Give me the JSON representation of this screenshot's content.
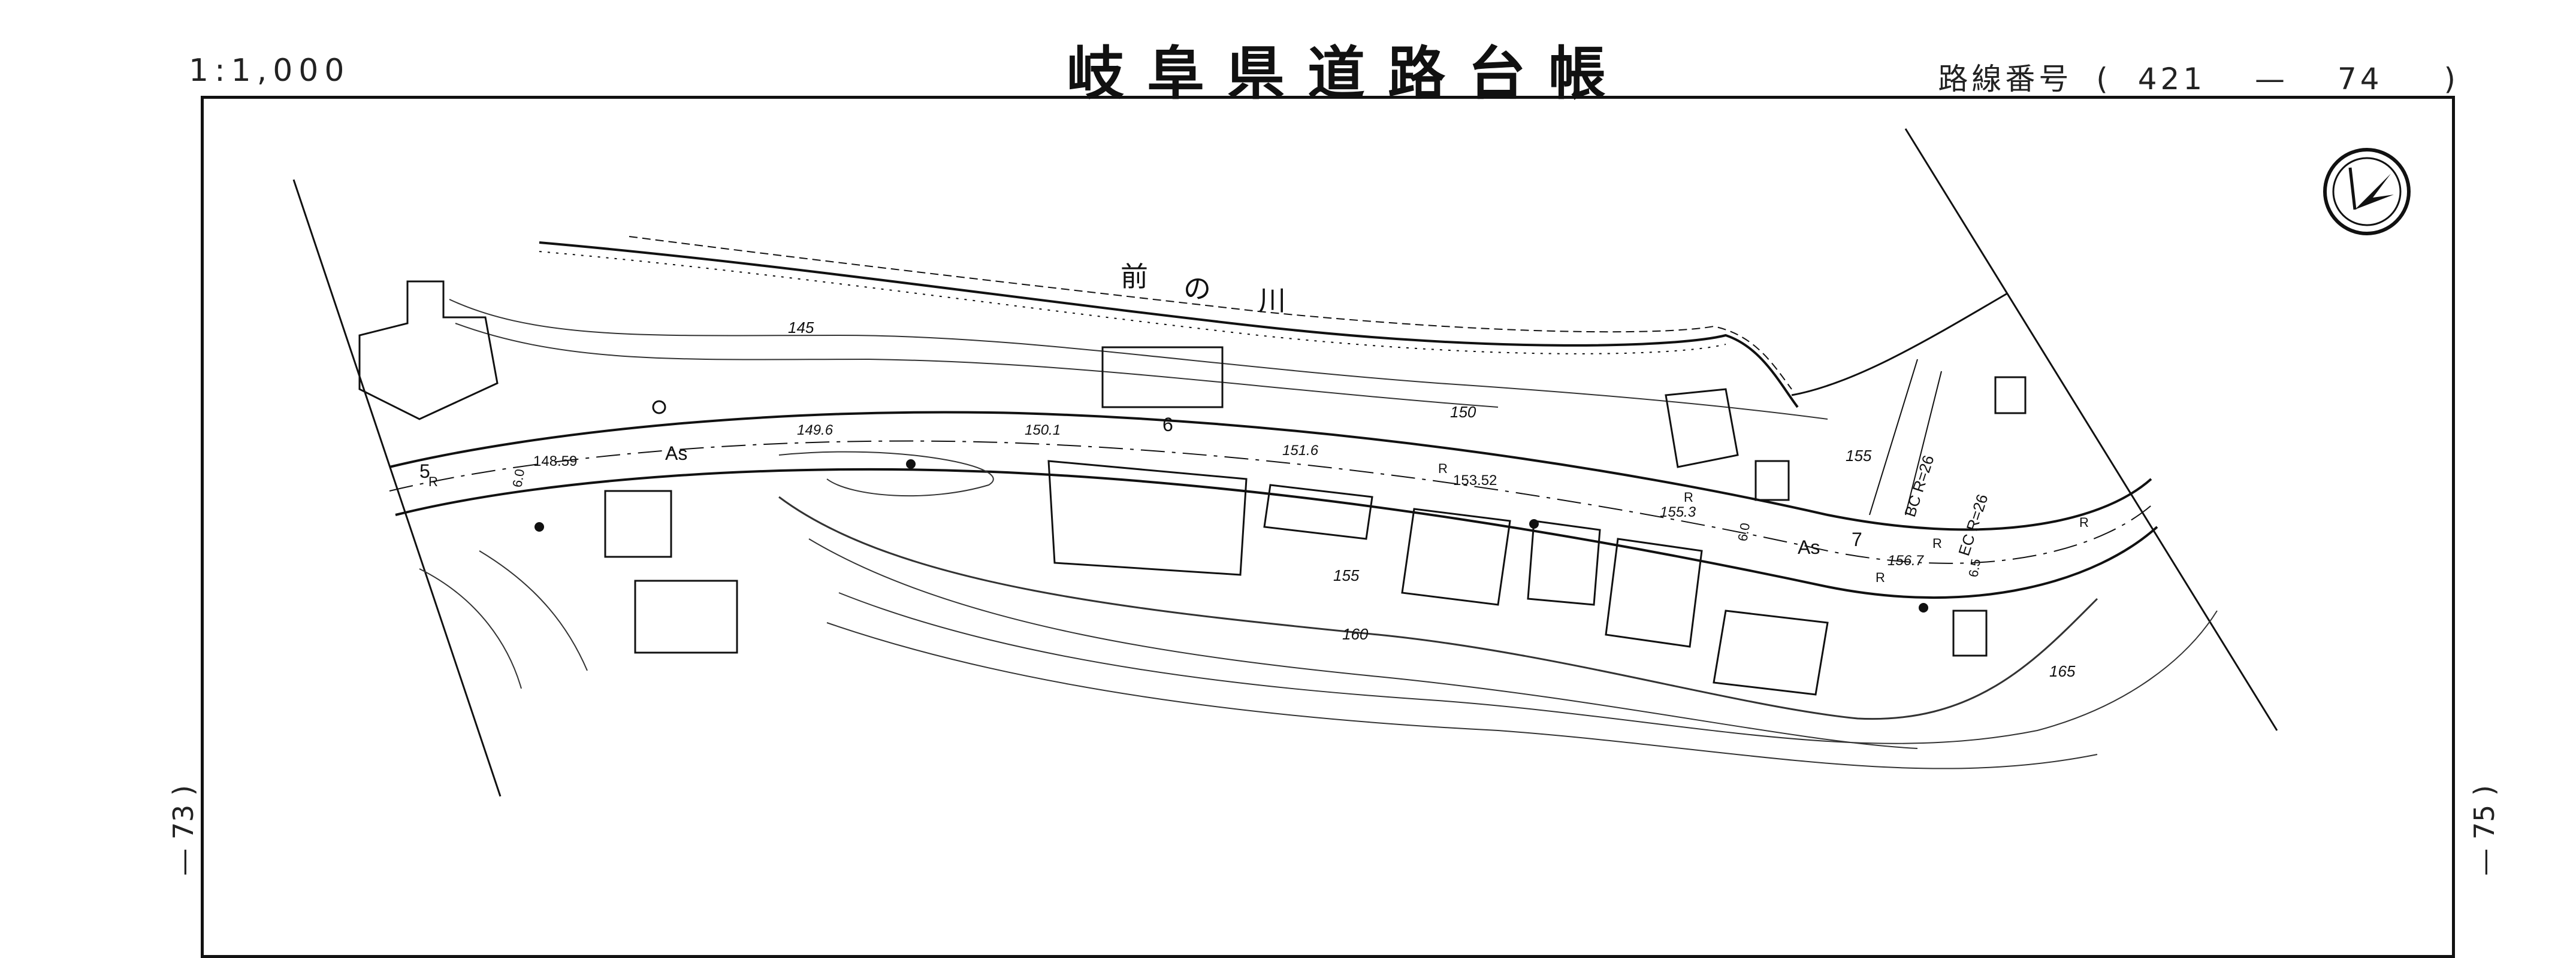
{
  "header": {
    "scale": "1:1,000",
    "title": "岐阜県道路台帳",
    "route_prefix": "路線番号",
    "route_open": "(",
    "route_from": "421",
    "route_dash": "—",
    "route_to": "74",
    "route_close": ")"
  },
  "page_numbers": {
    "left": "— 73 )",
    "right": "— 75 )"
  },
  "map": {
    "river_label": [
      "前",
      "の",
      "川"
    ],
    "road_surface": "As",
    "road_surface_2": "As",
    "stations": [
      "5",
      "6",
      "7"
    ],
    "elevations": {
      "e148_59": "148.59",
      "e149_6": "149.6",
      "e150_1": "150.1",
      "e151_6": "151.6",
      "e153_52": "153.52",
      "e155_3": "155.3",
      "e156_7": "156.7"
    },
    "contours": {
      "c145": "145",
      "c150": "150",
      "c155_a": "155",
      "c155_b": "155",
      "c160": "160",
      "c165": "165"
    },
    "widths": {
      "w6_0_a": "6.0",
      "w6_0_b": "6.0",
      "w6_5": "6.5"
    },
    "curves": {
      "bc": "BC R=26",
      "ec": "EC R=26"
    },
    "r_marks": [
      "R",
      "R",
      "R",
      "R",
      "R",
      "R"
    ],
    "north_symbol": "north-arrow"
  }
}
